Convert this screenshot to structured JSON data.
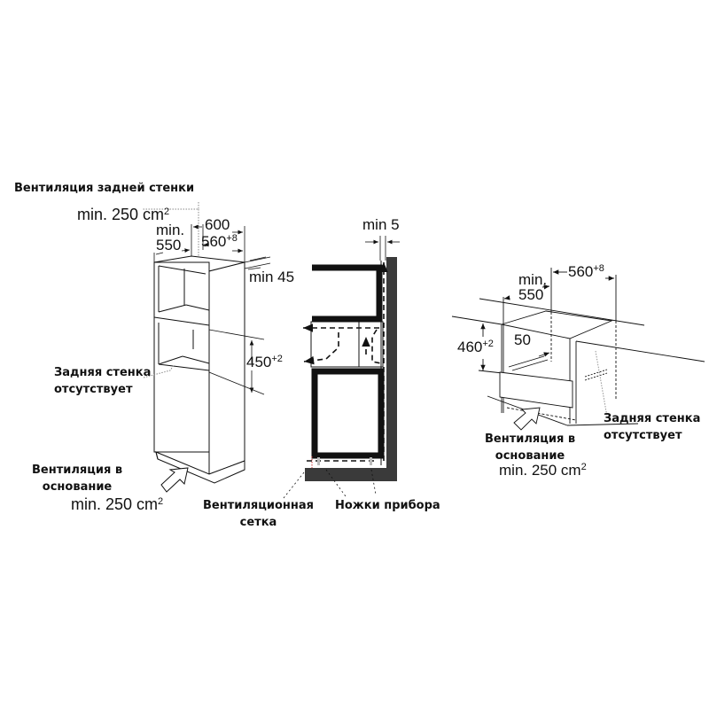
{
  "diagram": {
    "subject": "Built-in appliance installation dimensions",
    "panels": [
      {
        "id": "tall-cabinet",
        "labels": {
          "rear_vent_title": "Вентиляция задней стенки",
          "rear_vent_area": "min. 250 cm",
          "rear_vent_area_sup": "2",
          "depth_min_line1": "min.",
          "depth_min_line2": "550",
          "width_outer": "600",
          "width_inner": "560",
          "width_inner_sup": "+8",
          "gap_min": "min 45",
          "niche_height": "450",
          "niche_height_sup": "+2",
          "no_back_line1": "Задняя стенка",
          "no_back_line2": "отсутствует",
          "base_vent_line1": "Вентиляция в",
          "base_vent_line2": "основание",
          "base_vent_area": "min. 250 cm",
          "base_vent_area_sup": "2"
        }
      },
      {
        "id": "airflow-section",
        "labels": {
          "wall_gap": "min 5",
          "vent_grille_line1": "Вентиляционная",
          "vent_grille_line2": "сетка",
          "appliance_feet": "Ножки прибора"
        }
      },
      {
        "id": "under-counter",
        "labels": {
          "depth_min_line1": "min.",
          "depth_min_line2": "550",
          "width_inner": "560",
          "width_inner_sup": "+8",
          "niche_height": "460",
          "niche_height_sup": "+2",
          "front_gap": "50",
          "no_back_line1": "Задняя стенка",
          "no_back_line2": "отсутствует",
          "base_vent_line1": "Вентиляция в",
          "base_vent_line2": "основание",
          "base_vent_area": "min. 250 cm",
          "base_vent_area_sup": "2"
        }
      }
    ],
    "colors": {
      "line": "#111111",
      "wall": "#3a3a3a",
      "leader": "#888888",
      "background": "#ffffff"
    }
  }
}
